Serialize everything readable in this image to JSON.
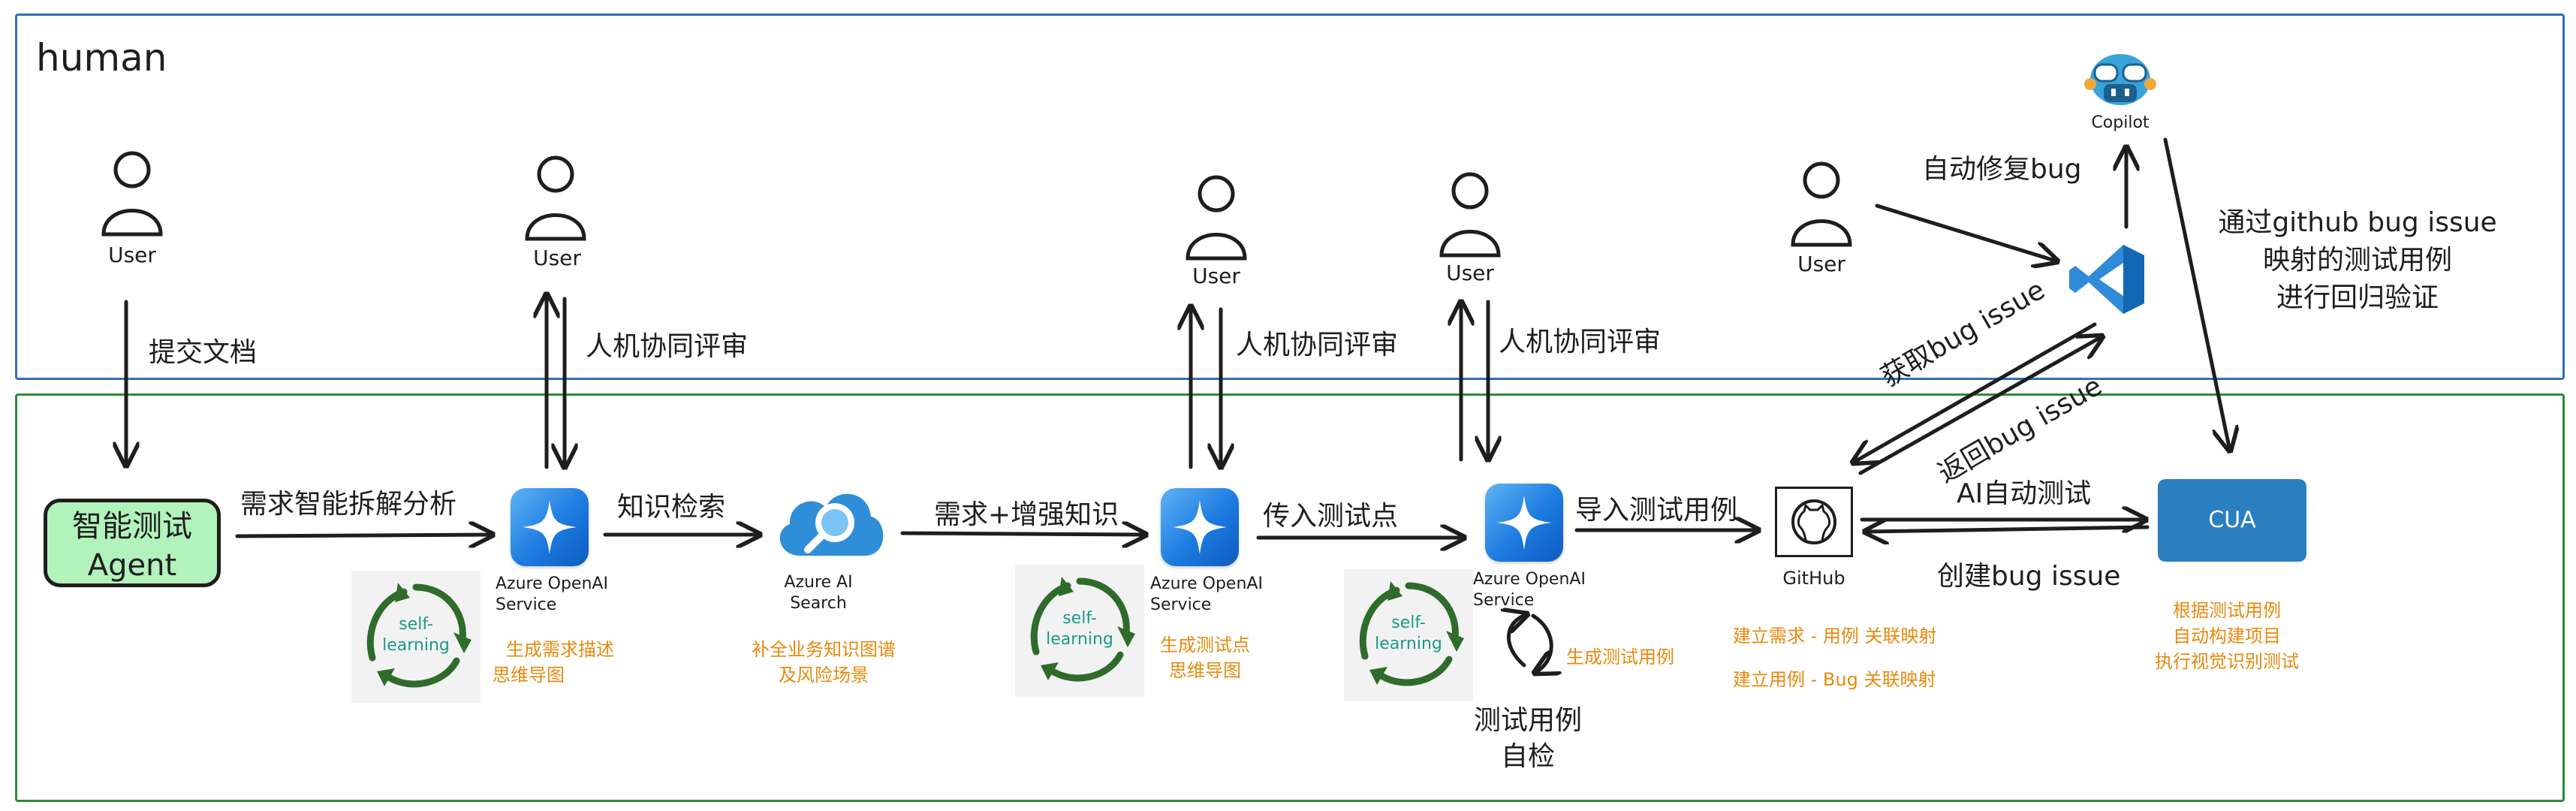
{
  "human_zone": {
    "label": "human"
  },
  "users": {
    "label": "User"
  },
  "agent": {
    "line1": "智能测试",
    "line2": "Agent"
  },
  "azure_openai": {
    "line1": "Azure OpenAI",
    "line2": "Service"
  },
  "azure_search": {
    "line1": "Azure AI",
    "line2": "Search"
  },
  "self_learning": {
    "line1": "self-",
    "line2": "learning"
  },
  "copilot": {
    "label": "Copilot"
  },
  "github": {
    "label": "GitHub"
  },
  "cua": {
    "label": "CUA"
  },
  "arrows": {
    "submit_doc": "提交文档",
    "review": "人机协同评审",
    "decompose": "需求智能拆解分析",
    "kb_search": "知识检索",
    "enhance": "需求+增强知识",
    "test_points": "传入测试点",
    "import_cases": "导入测试用例",
    "auto_fix": "自动修复bug",
    "get_issue": "获取bug issue",
    "return_issue": "返回bug issue",
    "ai_test": "AI自动测试",
    "create_issue": "创建bug issue",
    "regress_1": "通过github bug issue",
    "regress_2": "映射的测试用例",
    "regress_3": "进行回归验证"
  },
  "notes": {
    "gen_req_1": "生成需求描述",
    "gen_req_2": "思维导图",
    "kg_1": "补全业务知识图谱",
    "kg_2": "及风险场景",
    "gen_tp_1": "生成测试点",
    "gen_tp_2": "思维导图",
    "gen_cases": "生成测试用例",
    "self_check_1": "测试用例",
    "self_check_2": "自检",
    "map1": "建立需求 - 用例 关联映射",
    "map2": "建立用例 - Bug 关联映射",
    "cua_1": "根据测试用例",
    "cua_2": "自动构建项目",
    "cua_3": "执行视觉识别测试"
  },
  "colors": {
    "human_border": "#2f6fbf",
    "system_border": "#2e8b3a",
    "agent_fill": "#b2f2bb",
    "cua_fill": "#2a7fc0",
    "note": "#e8890c"
  }
}
